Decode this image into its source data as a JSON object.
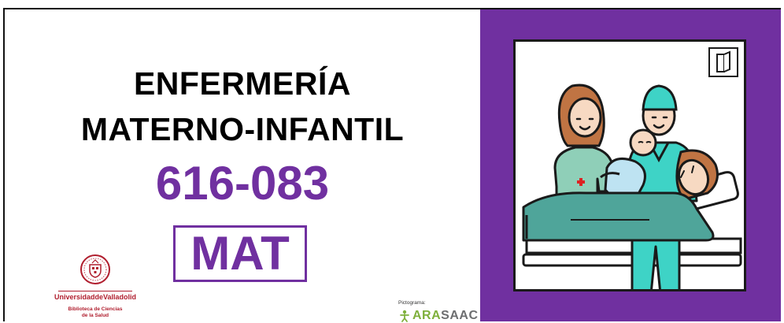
{
  "sign": {
    "title_line1": "ENFERMERÍA",
    "title_line2": "MATERNO-INFANTIL",
    "code": "616-083",
    "abbreviation": "MAT"
  },
  "logo": {
    "university": "UniversidaddeValladolid",
    "library_line1": "Biblioteca de Ciencias",
    "library_line2": "de la Salud"
  },
  "credit": {
    "label": "Pictograma:",
    "brand_ara": "ARA",
    "brand_saac": "SAAC"
  },
  "pictogram": {
    "icon": "maternity-nurses-with-newborn-and-mother-in-bed",
    "corner_icon": "book-icon"
  },
  "colors": {
    "accent": "#7030A0",
    "text": "#000000",
    "university_red": "#B01E2E",
    "arasaac_green": "#7FB03C",
    "arasaac_gray": "#6D6E70",
    "nurse_green": "#8FCFB8",
    "doctor_teal": "#3ED3C6",
    "bed_green": "#4FA59A"
  }
}
